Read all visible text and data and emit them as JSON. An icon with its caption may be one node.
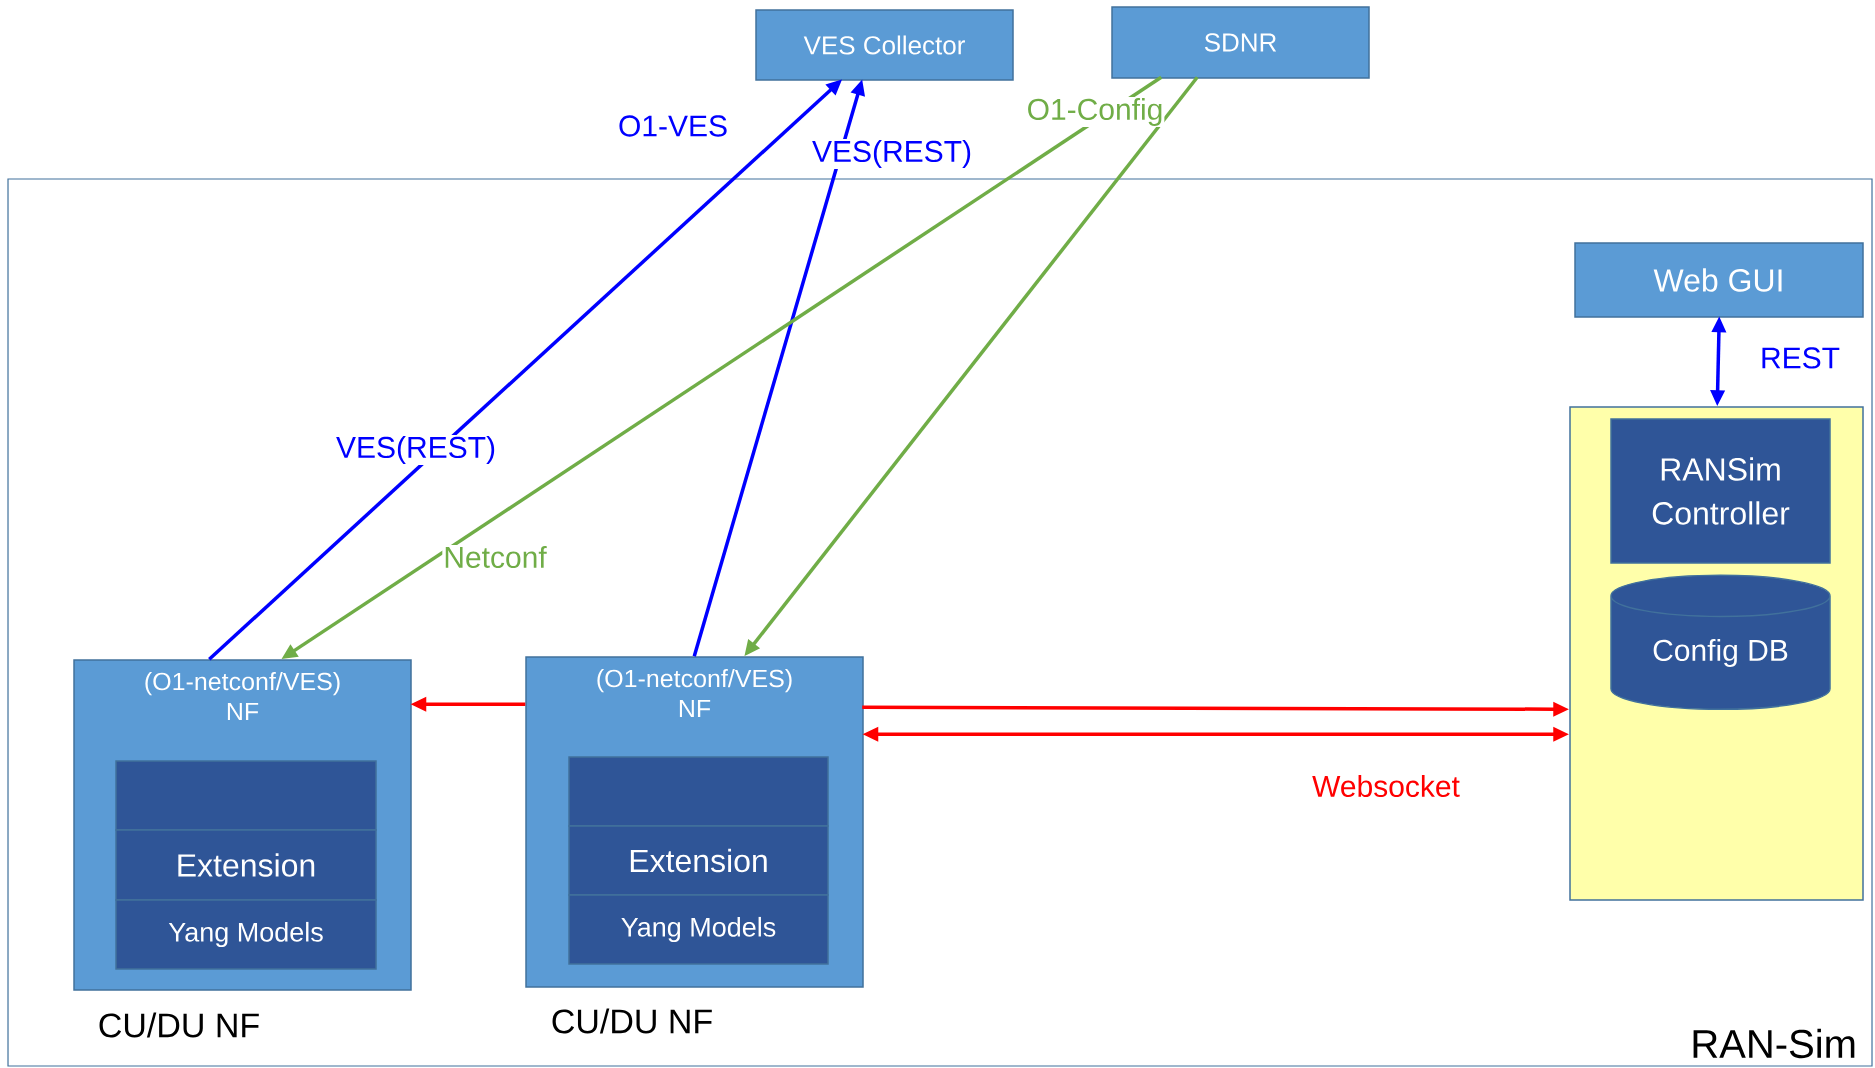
{
  "diagram": {
    "nodes": [
      {
        "text": [
          "VES Collector"
        ]
      },
      {
        "text": [
          "SDNR"
        ]
      },
      {
        "text": [
          "RAN-Sim"
        ]
      },
      {
        "text": [
          "Web GUI"
        ],
        "in": 2
      },
      {
        "text": [],
        "shape": "box",
        "in": 2
      },
      {
        "text": [
          "RANSim Controller"
        ],
        "in": 4
      },
      {
        "text": [
          "Config DB"
        ],
        "in": 4
      },
      {
        "text": [
          "(O1-netconf/VES) NF"
        ],
        "beside": [
          "CU/DU NF"
        ],
        "in": 2
      },
      {
        "text": [],
        "shape": "box",
        "in": 7
      },
      {
        "text": [
          "Extension"
        ],
        "in": 7
      },
      {
        "text": [
          "Yang Models"
        ],
        "in": 7
      },
      {
        "text": [
          "(O1-netconf/VES) NF"
        ],
        "beside": [
          "CU/DU NF"
        ],
        "in": 2
      },
      {
        "text": [],
        "shape": "box",
        "in": 11
      },
      {
        "text": [
          "Extension"
        ],
        "in": 11
      },
      {
        "text": [
          "Yang Models"
        ],
        "in": 11
      }
    ],
    "edges": [
      {
        "from": 7,
        "to": 0,
        "arrow": "to",
        "label": "VES(REST)",
        "color": "#0000ff"
      },
      {
        "from": 11,
        "to": 0,
        "arrow": "to",
        "label": "VES(REST)",
        "color": "#0000ff"
      },
      {
        "from": 1,
        "to": 7,
        "arrow": "to",
        "label": "Netconf",
        "color": "#70ad47"
      },
      {
        "from": 1,
        "to": 11,
        "arrow": "to",
        "color": "#70ad47"
      },
      {
        "from": 11,
        "to": 7,
        "arrow": "to",
        "color": "#ff0000"
      },
      {
        "from": 11,
        "to": 4,
        "arrow": "to",
        "color": "#ff0000"
      },
      {
        "from": 11,
        "to": 4,
        "arrow": "both",
        "label": "Websocket",
        "color": "#ff0000"
      },
      {
        "from": 3,
        "to": 4,
        "arrow": "both",
        "label": "REST",
        "color": "#0000ff"
      }
    ],
    "labels": [
      "O1-VES",
      "O1-Config"
    ]
  }
}
